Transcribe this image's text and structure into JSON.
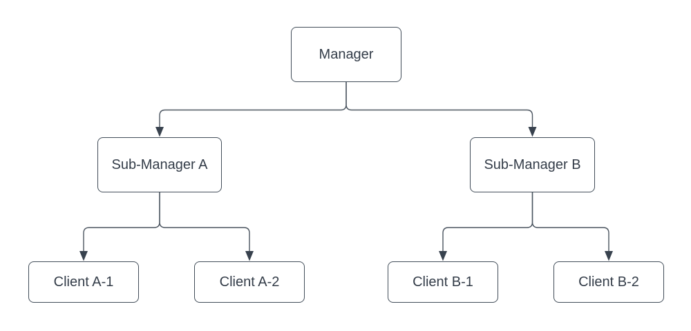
{
  "diagram": {
    "type": "org-chart-tree",
    "background_color": "#ffffff",
    "node_fill_color": "#ffffff",
    "node_border_color": "#414c58",
    "text_color": "#333c48",
    "connector_color": "#4a545f",
    "arrowhead_color": "#38424e",
    "nodes": [
      {
        "id": "manager",
        "label": "Manager",
        "level": 1
      },
      {
        "id": "sub-a",
        "label": "Sub-Manager A",
        "level": 2
      },
      {
        "id": "sub-b",
        "label": "Sub-Manager B",
        "level": 2
      },
      {
        "id": "client-a1",
        "label": "Client A-1",
        "level": 3
      },
      {
        "id": "client-a2",
        "label": "Client A-2",
        "level": 3
      },
      {
        "id": "client-b1",
        "label": "Client B-1",
        "level": 3
      },
      {
        "id": "client-b2",
        "label": "Client B-2",
        "level": 3
      }
    ],
    "edges": [
      {
        "from": "Manager",
        "to": "Sub-Manager A",
        "arrow": "filled-triangle"
      },
      {
        "from": "Manager",
        "to": "Sub-Manager B",
        "arrow": "filled-triangle"
      },
      {
        "from": "Sub-Manager A",
        "to": "Client A-1",
        "arrow": "filled-triangle"
      },
      {
        "from": "Sub-Manager A",
        "to": "Client A-2",
        "arrow": "filled-triangle"
      },
      {
        "from": "Sub-Manager B",
        "to": "Client B-1",
        "arrow": "filled-triangle"
      },
      {
        "from": "Sub-Manager B",
        "to": "Client B-2",
        "arrow": "filled-triangle"
      }
    ]
  }
}
